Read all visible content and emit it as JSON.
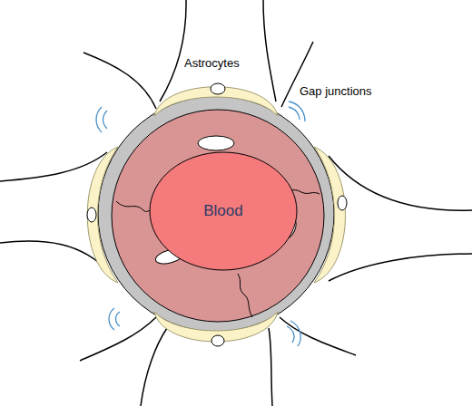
{
  "diagram": {
    "nodes": [
      {
        "text": [
          "Blood"
        ]
      }
    ],
    "labels": [
      "Astrocytes",
      "Gap junctions"
    ]
  }
}
